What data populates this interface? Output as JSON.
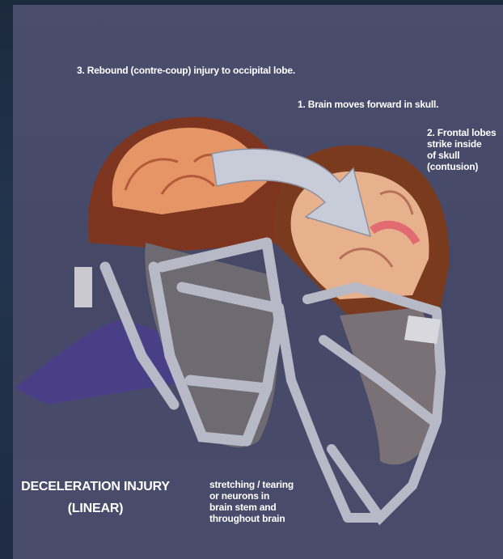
{
  "labels": {
    "rebound": "3. Rebound (contre-coup) injury to occipital lobe.",
    "forward": "1. Brain moves forward in skull.",
    "frontal": [
      "2. Frontal lobes",
      "strike inside",
      "of skull",
      "(contusion)"
    ],
    "stretching": [
      "stretching / tearing",
      "or neurons in",
      "brain stem and",
      "throughout brain"
    ]
  },
  "title": [
    "DECELERATION INJURY",
    "(LINEAR)"
  ],
  "colors": {
    "background": "#1d2c44",
    "panel": "#484a6a",
    "brain": "#e39a72",
    "helmet": "#8a3e22",
    "facemask": "#b9bcc8",
    "arrow": "#c8cbd8",
    "text": "#ffffff"
  },
  "icons": [
    "arrow-icon"
  ]
}
